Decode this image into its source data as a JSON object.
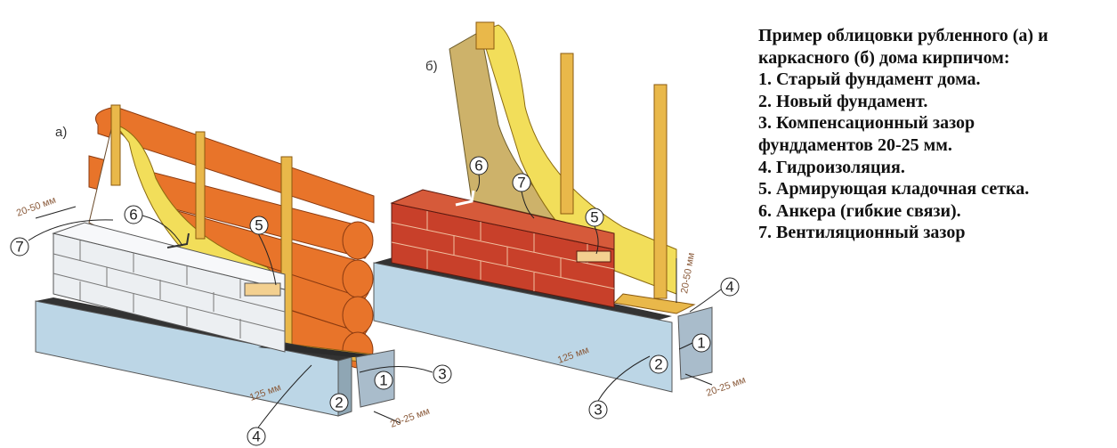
{
  "legend": {
    "title_line1": "Пример облицовки рубленного (а) и",
    "title_line2": "каркасного (б) дома кирпичом:",
    "items": [
      "1. Старый фундамент дома.",
      "2. Новый фундамент.",
      "3. Компенсационный зазор",
      "фунддаментов 20-25 мм.",
      "4. Гидроизоляция.",
      "5. Армирующая кладочная сетка.",
      "6. Анкера (гибкие связи).",
      "7. Вентиляционный зазор"
    ]
  },
  "diagram_a": {
    "label": "а)",
    "callouts": [
      "1",
      "2",
      "3",
      "4",
      "5",
      "6",
      "7"
    ],
    "dims": {
      "gap": "20-50 мм",
      "width": "125 мм",
      "found_gap": "20-25 мм"
    }
  },
  "diagram_b": {
    "label": "б)",
    "callouts": [
      "1",
      "2",
      "3",
      "4",
      "5",
      "6",
      "7"
    ],
    "dims": {
      "gap": "20-50 мм",
      "width": "125 мм",
      "found_gap": "20-25 мм"
    }
  },
  "colors": {
    "log": "#e8742a",
    "wood": "#e9b84a",
    "insulation": "#f2de5a",
    "brick_red": "#c8402a",
    "brick_white": "#eceff2",
    "foundation": "#bcd6e6"
  }
}
